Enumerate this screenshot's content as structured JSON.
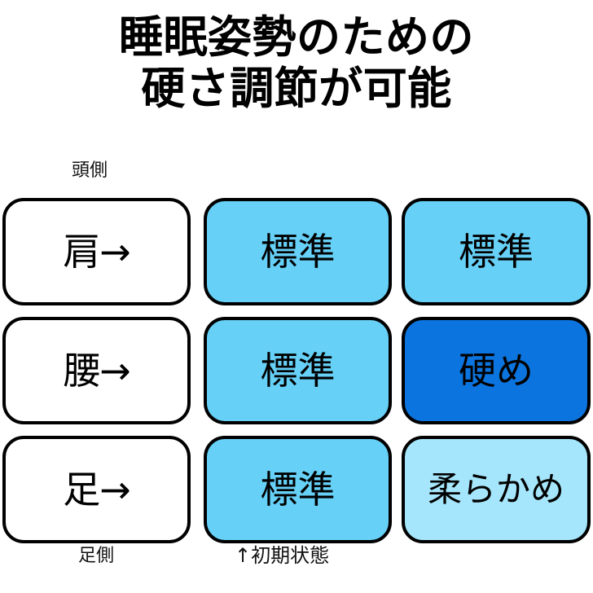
{
  "title": {
    "line1": "睡眠姿勢のための",
    "line2": "硬さ調節が可能"
  },
  "captions": {
    "top_left": "頭側",
    "bottom_left": "足側",
    "bottom_middle": "↑初期状態"
  },
  "colors": {
    "standard_fill": "#66D0F7",
    "firm_fill": "#0B74DE",
    "soft_fill": "#A5E6FC",
    "plain_fill": "#FFFFFF",
    "border": "#000000",
    "text": "#000000"
  },
  "grid": {
    "rows": [
      {
        "row_label": "肩→",
        "cells": [
          {
            "label": "標準",
            "variant": "standard"
          },
          {
            "label": "標準",
            "variant": "standard"
          }
        ]
      },
      {
        "row_label": "腰→",
        "cells": [
          {
            "label": "標準",
            "variant": "standard"
          },
          {
            "label": "硬め",
            "variant": "firm"
          }
        ]
      },
      {
        "row_label": "足→",
        "cells": [
          {
            "label": "標準",
            "variant": "standard"
          },
          {
            "label": "柔らかめ",
            "variant": "soft"
          }
        ]
      }
    ]
  }
}
